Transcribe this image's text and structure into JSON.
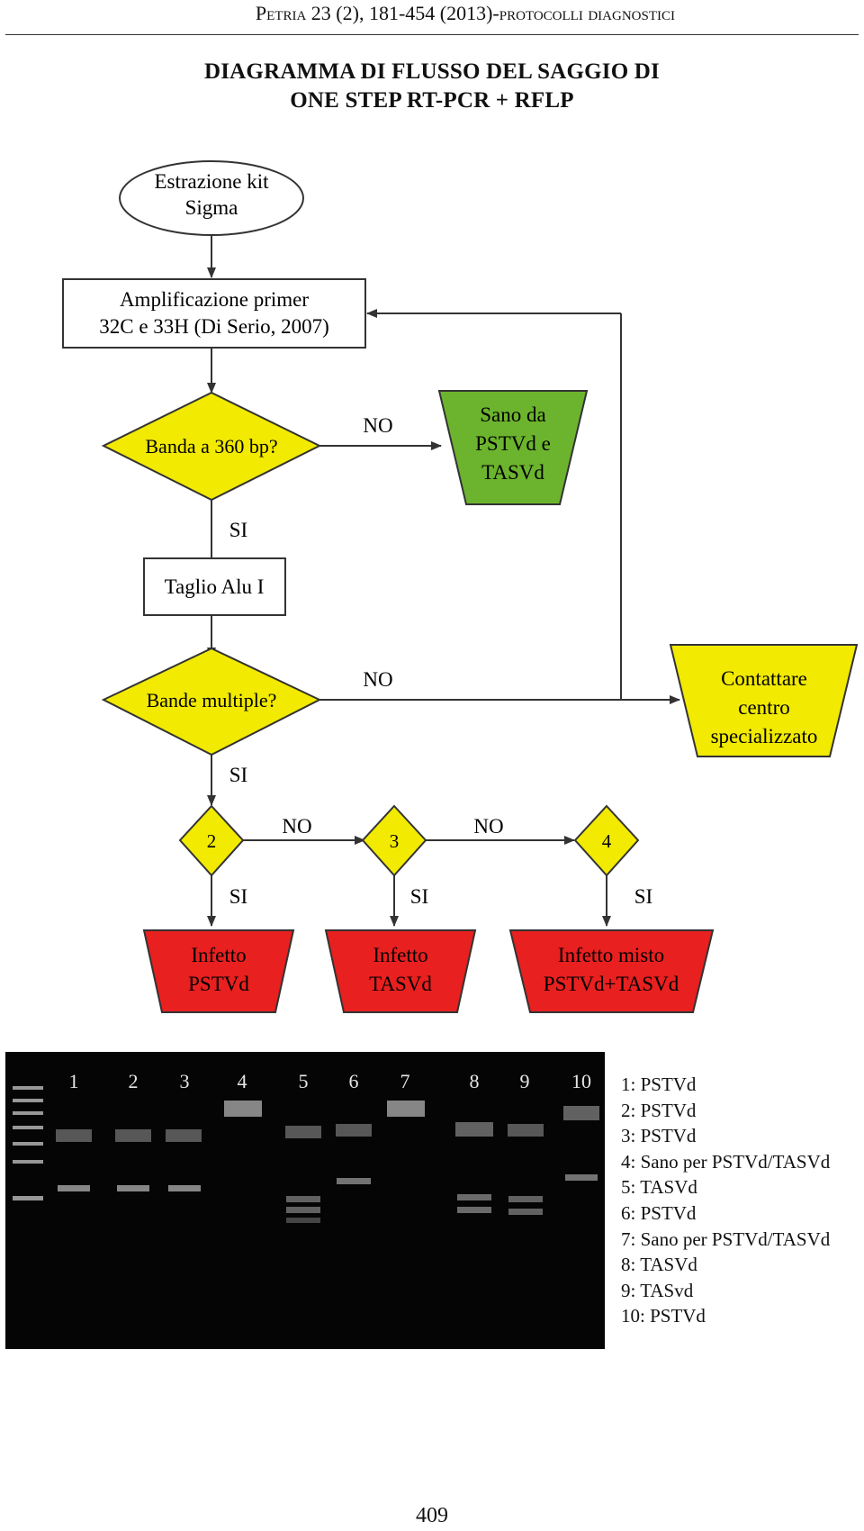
{
  "header": {
    "journal": "P",
    "journal_rest": "etria",
    "citation": " 23 (2), 181-454 (2013)-",
    "section": "protocolli diagnostici"
  },
  "title": {
    "line1": "DIAGRAMMA DI FLUSSO DEL SAGGIO DI",
    "line2": "ONE STEP RT-PCR + RFLP"
  },
  "flowchart": {
    "start_line1": "Estrazione kit",
    "start_line2": "Sigma",
    "amp_line1": "Amplificazione primer",
    "amp_line2": "32C e 33H (Di Serio, 2007)",
    "q1": "Banda a 360 bp?",
    "healthy_line1": "Sano da",
    "healthy_line2": "PSTVd e",
    "healthy_line3": "TASVd",
    "cut": "Taglio Alu I",
    "q2": "Bande multiple?",
    "contact_line1": "Contattare",
    "contact_line2": "centro",
    "contact_line3": "specializzato",
    "n2": "2",
    "n3": "3",
    "n4": "4",
    "no": "NO",
    "si": "SI",
    "res1_line1": "Infetto",
    "res1_line2": "PSTVd",
    "res2_line1": "Infetto",
    "res2_line2": "TASVd",
    "res3_line1": "Infetto misto",
    "res3_line2": "PSTVd+TASVd",
    "colors": {
      "yellow": "#f2ea00",
      "green": "#6cb42e",
      "red": "#e8201f"
    }
  },
  "gel": {
    "lanes": [
      "1",
      "2",
      "3",
      "4",
      "5",
      "6",
      "7",
      "8",
      "9",
      "10"
    ],
    "legend": [
      "1: PSTVd",
      "2: PSTVd",
      "3: PSTVd",
      "4: Sano per PSTVd/TASVd",
      "5: TASVd",
      "6: PSTVd",
      "7: Sano per PSTVd/TASVd",
      "8: TASVd",
      "9: TASvd",
      "10: PSTVd"
    ]
  },
  "page_number": "409"
}
